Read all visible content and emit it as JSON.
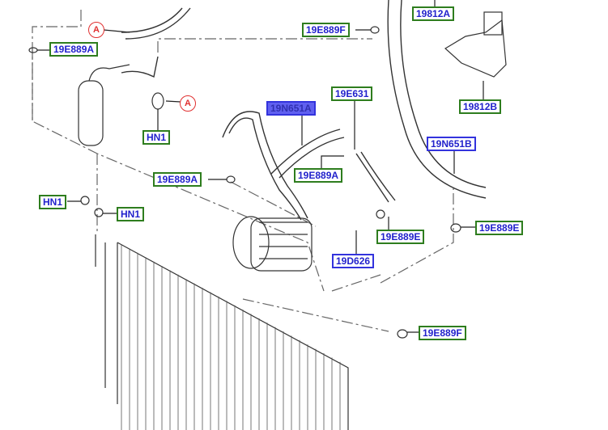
{
  "callouts": {
    "a1": "A",
    "a2": "A"
  },
  "labels": {
    "l_19E889A_1": "19E889A",
    "l_HN1_1": "HN1",
    "l_19E889F_1": "19E889F",
    "l_19812A": "19812A",
    "l_19812B": "19812B",
    "l_19E631": "19E631",
    "l_19N651A": "19N651A",
    "l_19N651B": "19N651B",
    "l_19E889A_2": "19E889A",
    "l_19E889A_3": "19E889A",
    "l_HN1_2": "HN1",
    "l_HN1_3": "HN1",
    "l_19E889E_1": "19E889E",
    "l_19E889E_2": "19E889E",
    "l_19D626": "19D626",
    "l_19E889F_2": "19E889F"
  }
}
